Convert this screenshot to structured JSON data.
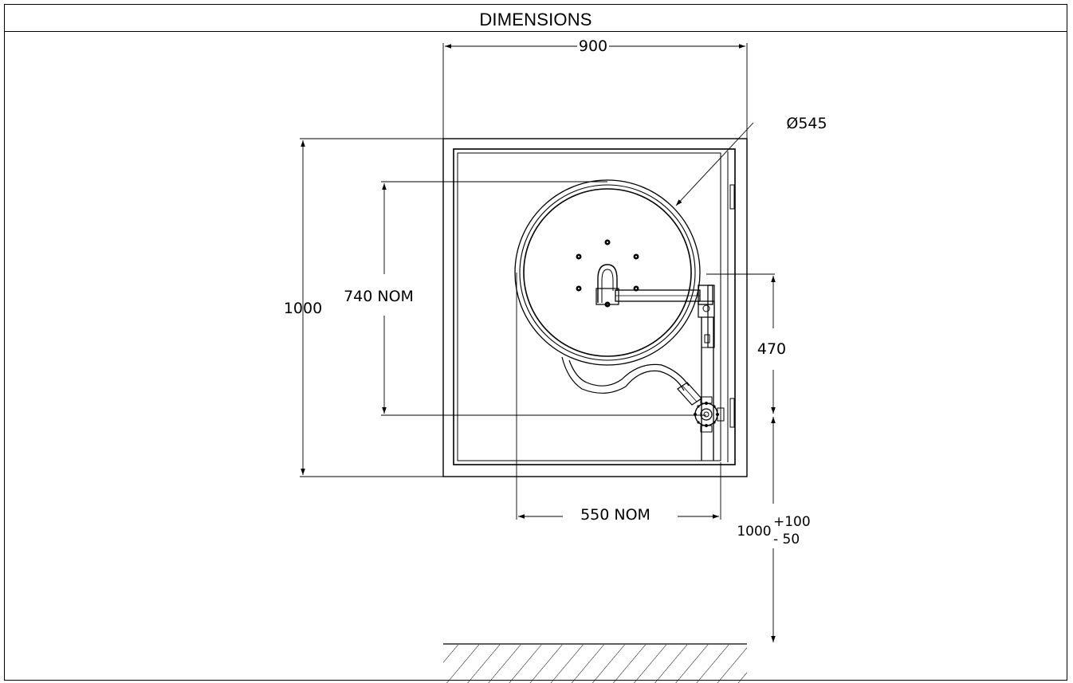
{
  "header": {
    "title": "DIMENSIONS"
  },
  "dimensions": {
    "width": "900",
    "height": "1000",
    "reel_diameter": "Ø545",
    "reel_height": "740 NOM",
    "reel_width": "550 NOM",
    "valve_offset": "470",
    "floor_height": "1000",
    "floor_tol_plus": "+100",
    "floor_tol_minus": "- 50"
  }
}
